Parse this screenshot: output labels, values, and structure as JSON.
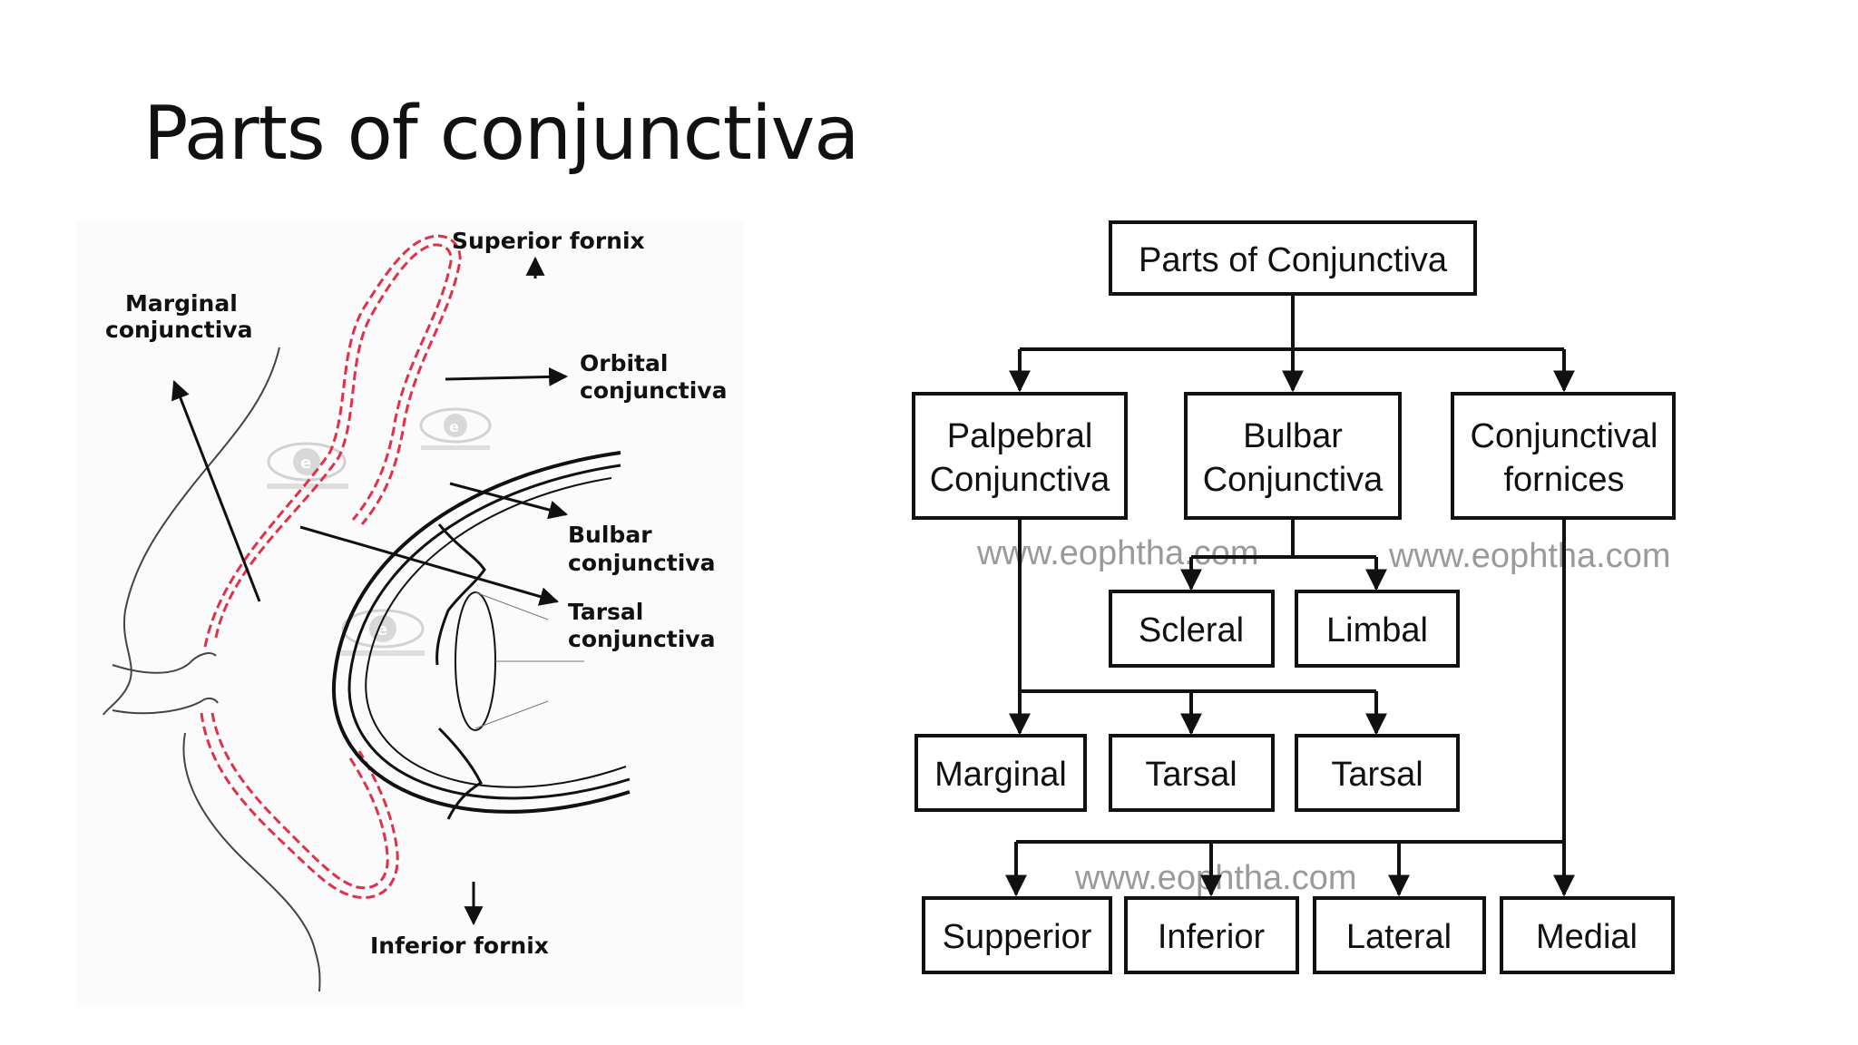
{
  "slide": {
    "title": "Parts of conjunctiva"
  },
  "anatomy": {
    "labels": {
      "superior_fornix": "Superior fornix",
      "marginal_1": "Marginal",
      "marginal_2": "conjunctiva",
      "orbital_1": "Orbital",
      "orbital_2": "conjunctiva",
      "bulbar_1": "Bulbar",
      "bulbar_2": "conjunctiva",
      "tarsal_1": "Tarsal",
      "tarsal_2": "conjunctiva",
      "inferior_fornix": "Inferior fornix"
    },
    "colors": {
      "conjunctiva_line": "#e0314a",
      "ink": "#111111"
    }
  },
  "flowchart": {
    "root": "Parts of Conjunctiva",
    "palpebral": [
      "Palpebral",
      "Conjunctiva"
    ],
    "bulbar": [
      "Bulbar",
      "Conjunctiva"
    ],
    "fornices": [
      "Conjunctival",
      "fornices"
    ],
    "scleral": "Scleral",
    "limbal": "Limbal",
    "marginal": "Marginal",
    "tarsal_a": "Tarsal",
    "tarsal_b": "Tarsal",
    "supperior": "Supperior",
    "inferior": "Inferior",
    "lateral": "Lateral",
    "medial": "Medial",
    "watermark_1": "www.eophtha.com",
    "watermark_2": "www.eophtha.com",
    "watermark_3": "www.eophtha.com"
  }
}
